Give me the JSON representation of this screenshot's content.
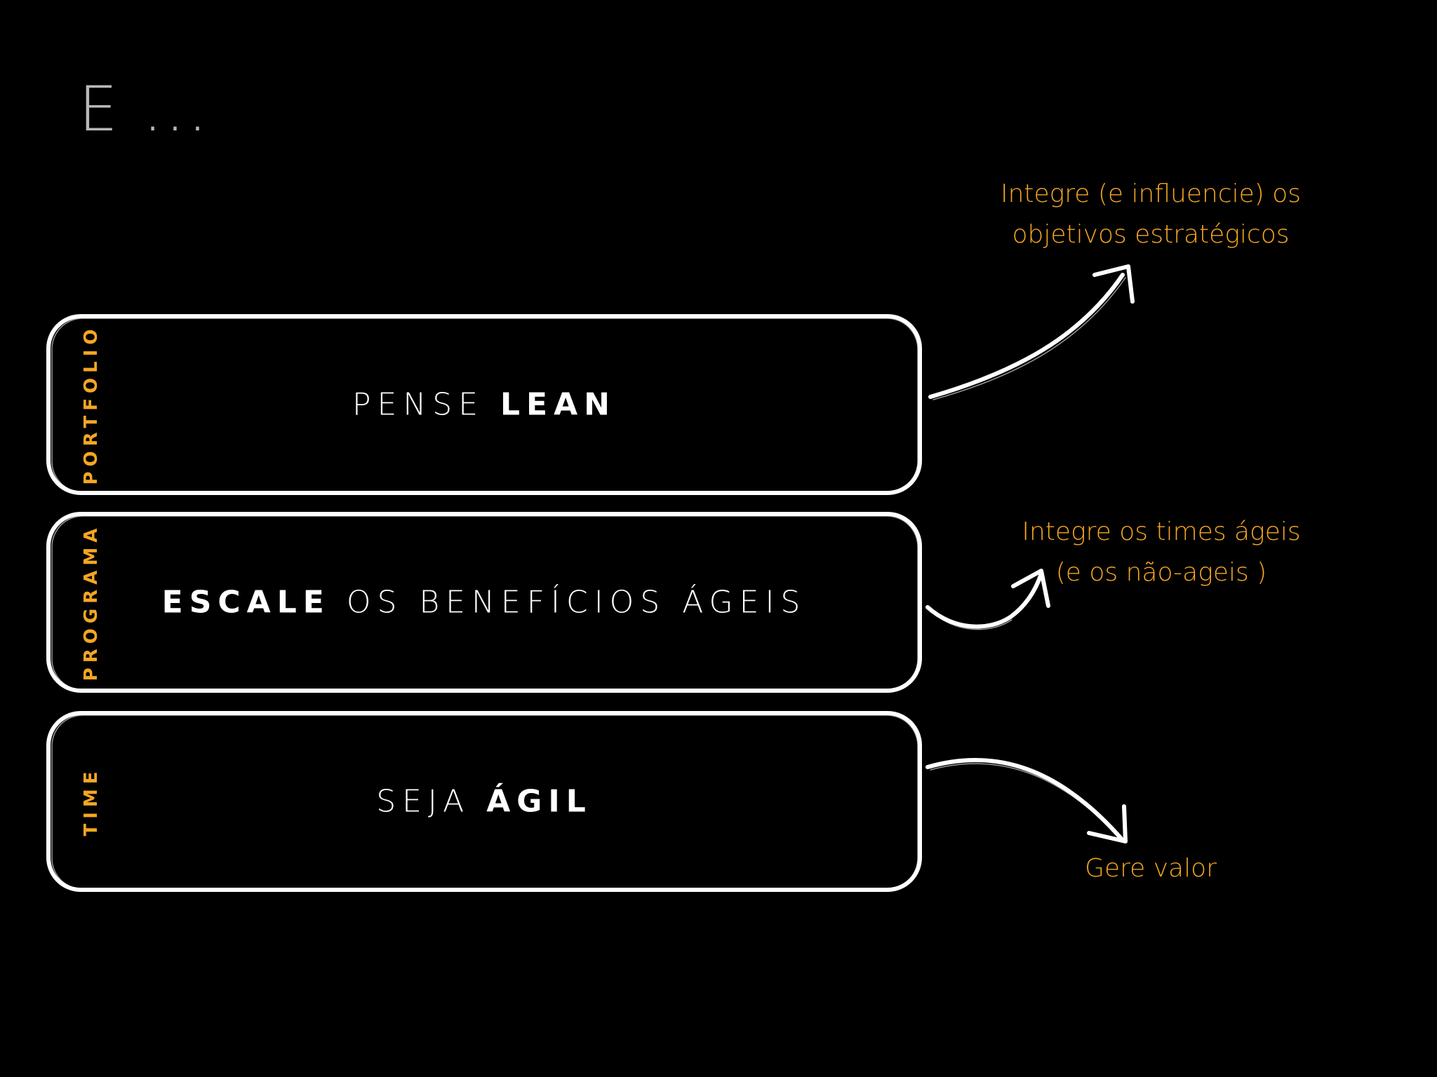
{
  "title": "E ...",
  "layers": [
    {
      "side_label": "PORTFOLIO",
      "text_before": "PENSE ",
      "text_strong": "LEAN",
      "text_after": "",
      "annotation_line1": "Integre (e influencie) os",
      "annotation_line2": "objetivos estratégicos"
    },
    {
      "side_label": "PROGRAMA",
      "text_before": "",
      "text_strong": "ESCALE",
      "text_after": " OS BENEFÍCIOS ÁGEIS",
      "annotation_line1": "Integre os times ágeis",
      "annotation_line2": "(e os não-ageis )"
    },
    {
      "side_label": "TIME",
      "text_before": "SEJA ",
      "text_strong": "ÁGIL",
      "text_after": "",
      "annotation_line1": "Gere valor",
      "annotation_line2": ""
    }
  ],
  "colors": {
    "background": "#000000",
    "accent": "#f5a623",
    "frame": "#ffffff",
    "title": "#b8b8b8"
  }
}
